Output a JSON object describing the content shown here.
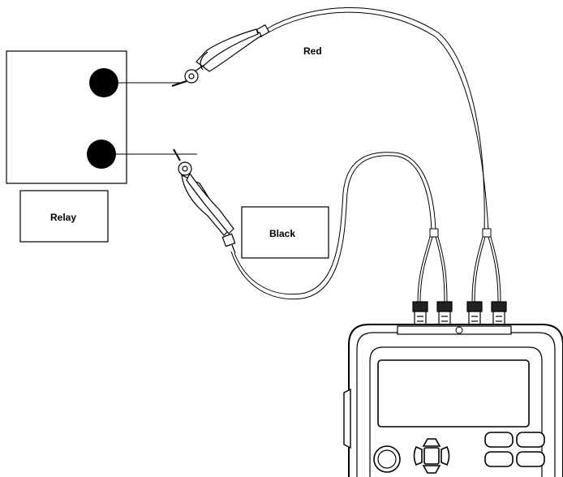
{
  "labels": {
    "red": "Red",
    "relay": "Relay",
    "black": "Black"
  },
  "colors": {
    "stroke": "#000000",
    "background": "#ffffff",
    "screen_fill": "#ffffff",
    "body_fill": "#ffffff"
  },
  "icons": {
    "relay_terminal": "filled-circle",
    "clip": "alligator-clip",
    "meter": "multimeter-device"
  }
}
